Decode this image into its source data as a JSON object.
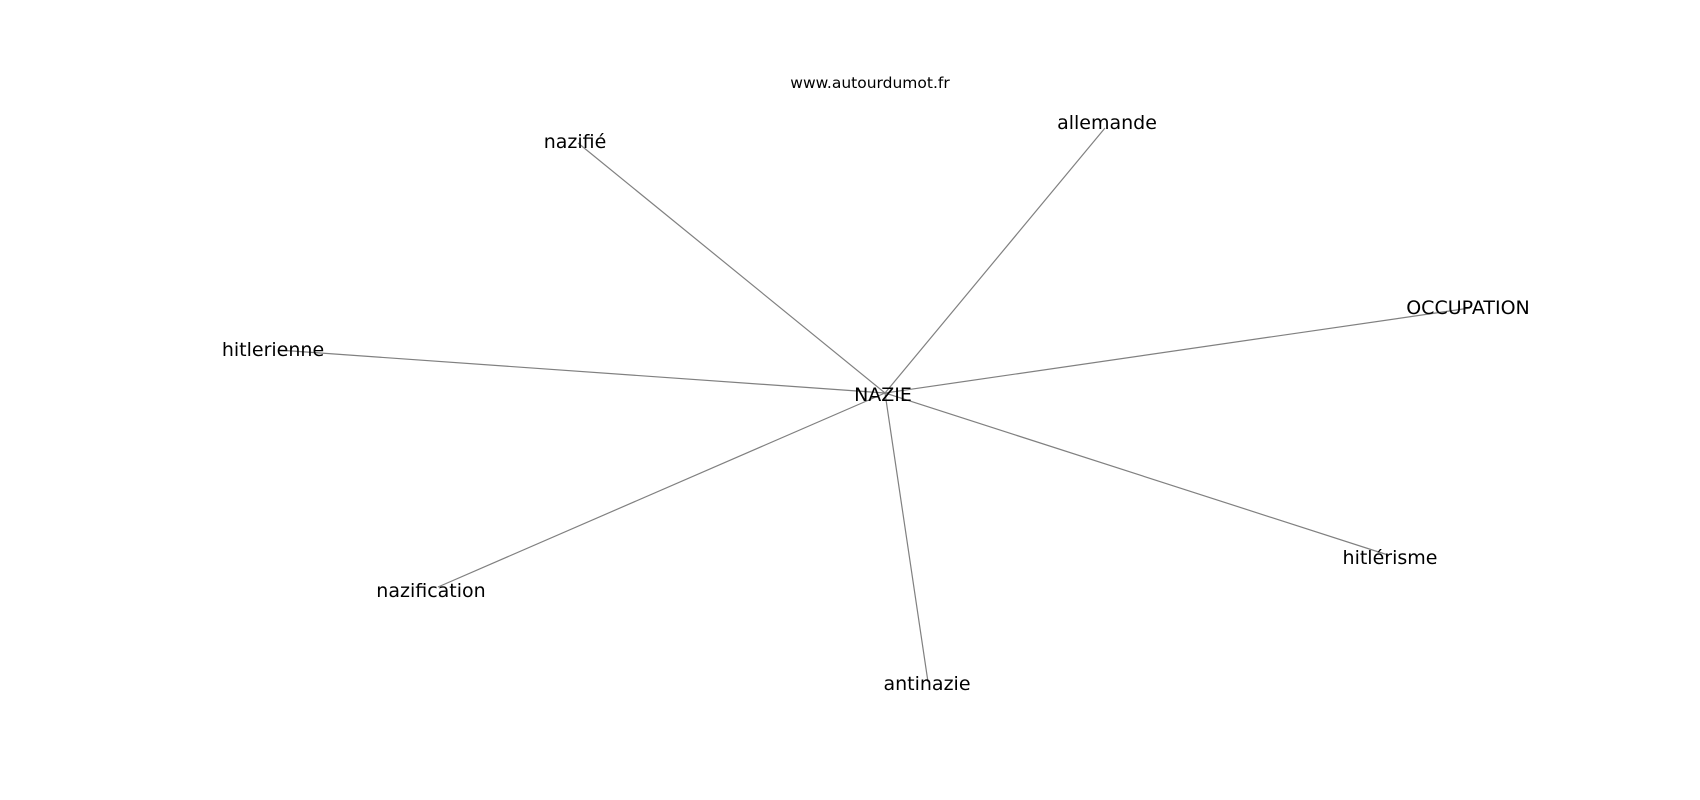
{
  "source": "www.autourdumot.fr",
  "graph": {
    "center": "NAZIE",
    "nodes": [
      "nazifié",
      "allemande",
      "OCCUPATION",
      "hitlerienne",
      "hitlérisme",
      "nazification",
      "antinazie"
    ]
  }
}
